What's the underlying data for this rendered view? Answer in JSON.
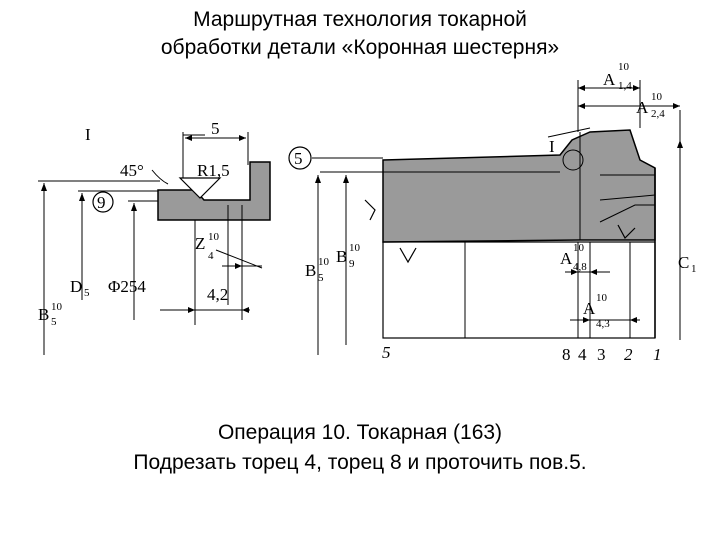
{
  "title": {
    "line1": "Маршрутная технология токарной",
    "line2": "обработки детали «Коронная шестерня»"
  },
  "caption": {
    "line1": "Операция 10. Токарная (163)",
    "line2": "Подрезать торец 4, торец 8 и проточить пов.5."
  },
  "detail": {
    "view_label": "I",
    "dim_5": "5",
    "angle": "45°",
    "radius": "R1,5",
    "marker_9": "9",
    "z_label": "Z",
    "z_sub": "4",
    "z_sup": "10",
    "d_label": "D",
    "d_sub": "5",
    "phi": "Φ254",
    "b_label": "B",
    "b_sub": "5",
    "b_sup": "10",
    "dim_42": "4,2"
  },
  "main": {
    "marker_5": "5",
    "view_label": "I",
    "b9_label": "B",
    "b9_sub": "9",
    "b9_sup": "10",
    "b5_label": "B",
    "b5_sub": "5",
    "b5_sup": "10",
    "a14_label": "A",
    "a14_sub": "1,4",
    "a14_sup": "10",
    "a24_label": "A",
    "a24_sub": "2,4",
    "a24_sup": "10",
    "a48_label": "A",
    "a48_sub": "4,8",
    "a48_sup": "10",
    "a43_label": "A",
    "a43_sub": "4,3",
    "a43_sup": "10",
    "c1_label": "C",
    "c1_sub": "1",
    "surf_5": "5",
    "surf_8": "8",
    "surf_4": "4",
    "surf_3": "3",
    "surf_2": "2",
    "surf_1": "1"
  }
}
